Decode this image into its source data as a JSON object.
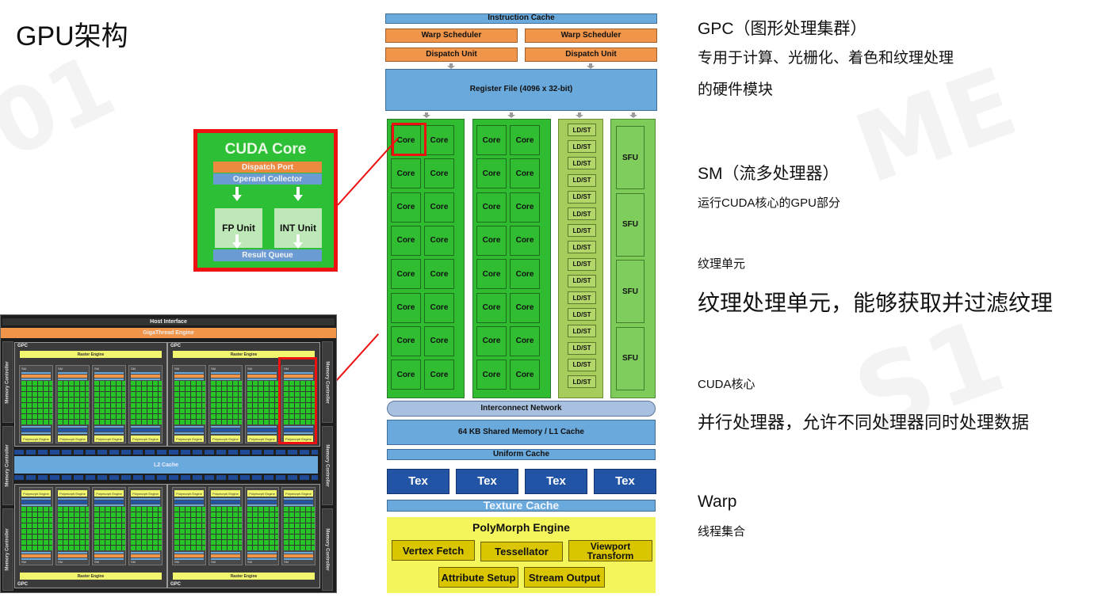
{
  "slide": {
    "title": "GPU架构"
  },
  "sm_diagram": {
    "instruction_cache": "Instruction Cache",
    "warp_schedulers": [
      "Warp Scheduler",
      "Warp Scheduler"
    ],
    "dispatch_units": [
      "Dispatch Unit",
      "Dispatch Unit"
    ],
    "register_file": "Register File (4096 x 32-bit)",
    "core_label": "Core",
    "ldst_label": "LD/ST",
    "sfu_label": "SFU",
    "core_count": 32,
    "ldst_count": 16,
    "sfu_count": 4,
    "interconnect": "Interconnect Network",
    "shared_memory": "64 KB Shared Memory / L1 Cache",
    "uniform_cache": "Uniform Cache",
    "tex_units": [
      "Tex",
      "Tex",
      "Tex",
      "Tex"
    ],
    "texture_cache": "Texture Cache",
    "polymorph": {
      "title": "PolyMorph Engine",
      "vertex_fetch": "Vertex Fetch",
      "tessellator": "Tessellator",
      "viewport_transform": "Viewport Transform",
      "attribute_setup": "Attribute Setup",
      "stream_output": "Stream Output"
    }
  },
  "cuda_core_inset": {
    "title": "CUDA Core",
    "dispatch_port": "Dispatch Port",
    "operand_collector": "Operand Collector",
    "fp_unit": "FP Unit",
    "int_unit": "INT Unit",
    "result_queue": "Result Queue"
  },
  "chip_diagram": {
    "host_interface": "Host Interface",
    "gigathread_engine": "GigaThread Engine",
    "memory_controller": "Memory Controller",
    "gpc_label": "GPC",
    "raster_engine": "Raster Engine",
    "sm_label": "SM",
    "polymorph_engine": "Polymorph Engine",
    "l2_cache": "L2 Cache"
  },
  "explanations": {
    "gpc_title": "GPC（图形处理集群）",
    "gpc_desc_line1": "专用于计算、光栅化、着色和纹理处理",
    "gpc_desc_line2": "的硬件模块",
    "sm_title": "SM（流多处理器）",
    "sm_desc": "运行CUDA核心的GPU部分",
    "tex_title": "纹理单元",
    "tex_desc": "纹理处理单元，能够获取并过滤纹理",
    "cuda_title": "CUDA核心",
    "cuda_desc": "并行处理器，允许不同处理器同时处理数据",
    "warp_title": "Warp",
    "warp_desc": "线程集合"
  },
  "colors": {
    "highlight_red": "#ee1111",
    "core_green": "#30bd32",
    "cache_blue": "#6aa9dc",
    "scheduler_orange": "#f0954a",
    "tex_blue": "#2154a4",
    "polymorph_yellow": "#f4f55a"
  }
}
